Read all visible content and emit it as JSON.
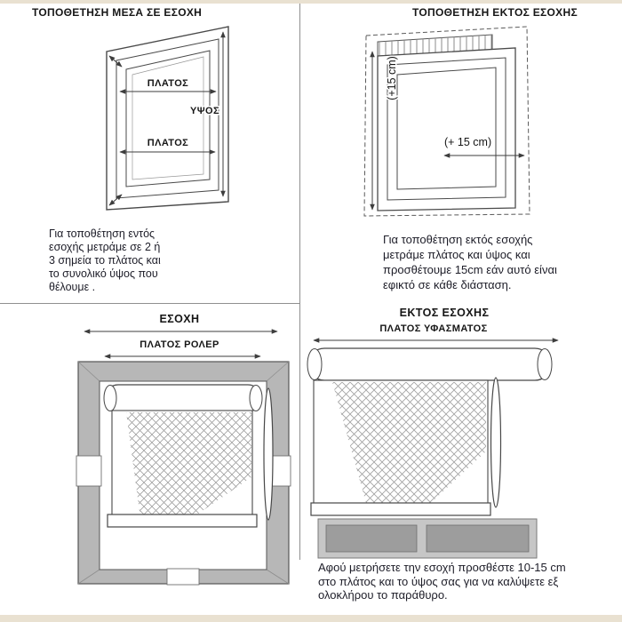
{
  "page": {
    "background": "#ffffff",
    "band_color": "#e9e1d1",
    "divider_color": "#8f8f8f",
    "line_color": "#3d3d3d",
    "wall_gray": "#b7b7b7",
    "wall_gray_dark": "#9d9d9d"
  },
  "top_left": {
    "title": "ΤΟΠΟΘΕΤΗΣΗ ΜΕΣΑ ΣΕ ΕΣΟΧΗ",
    "window": {
      "width_label_top": "ΠΛΑΤΟΣ",
      "width_label_bottom": "ΠΛΑΤΟΣ",
      "height_label": "ΥΨΟΣ"
    },
    "caption": [
      "Για τοποθέτηση εντός",
      "εσοχής μετράμε σε 2 ή",
      "3 σημεία το πλάτος και",
      "το συνολικό ύψος που",
      "θέλουμε ."
    ]
  },
  "top_right": {
    "title": "ΤΟΠΟΘΕΤΗΣΗ ΕΚΤΟΣ ΕΣΟΧΗΣ",
    "window": {
      "height_plus_label": "(+15 cm)",
      "width_plus_label": "(+ 15 cm)"
    },
    "caption": [
      "Για  τοποθέτηση εκτός εσοχής",
      "μετράμε πλάτος και ύψος και",
      "προσθέτουμε 15cm εάν αυτό είναι",
      "εφικτό σε κάθε διάσταση."
    ]
  },
  "bottom_left": {
    "recess_label": "ΕΣΟΧΗ",
    "roller_width_label": "ΠΛΑΤΟΣ ΡΟΛΕΡ"
  },
  "bottom_right": {
    "title": "ΕΚΤΟΣ ΕΣΟΧΗΣ",
    "fabric_width_label": "ΠΛΑΤΟΣ ΥΦΑΣΜΑΤΟΣ",
    "caption": [
      "Αφού μετρήσετε την εσοχή προσθέστε 10-15 cm",
      "στο πλάτος και το ύψος σας για να καλύψετε εξ",
      "ολοκλήρου το παράθυρο."
    ]
  }
}
